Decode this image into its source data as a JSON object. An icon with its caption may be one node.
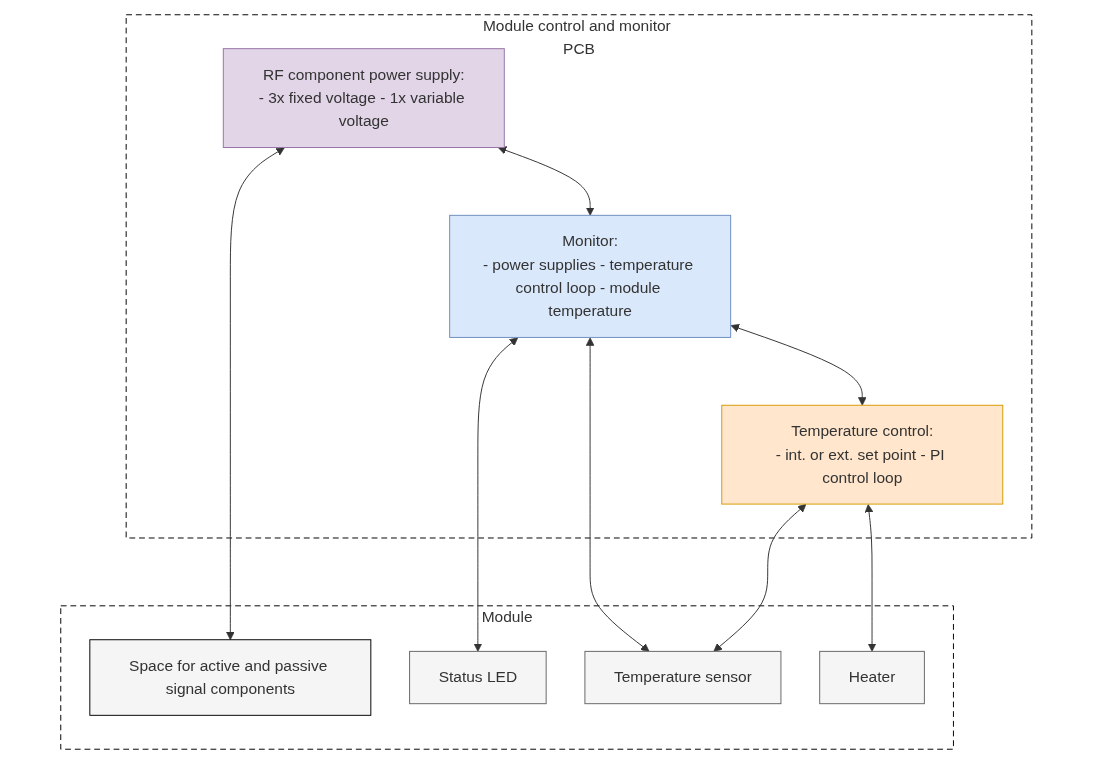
{
  "diagram": {
    "nodes": [
      {
        "text": [
          "Module control and monitor PCB"
        ]
      },
      {
        "text": [
          "RF component power supply:",
          "- 3x fixed voltage - 1x variable voltage"
        ],
        "in": 0
      },
      {
        "text": [
          "Monitor:",
          "- power supplies - temperature control loop - module temperature"
        ],
        "in": 0
      },
      {
        "text": [
          "Temperature control:",
          "- int. or ext. set point - PI control loop"
        ],
        "in": 0
      },
      {
        "text": [
          "Module"
        ]
      },
      {
        "text": [
          "Space for active and passive signal components"
        ],
        "in": 4
      },
      {
        "text": [
          "Status LED"
        ],
        "in": 4
      },
      {
        "text": [
          "Temperature sensor"
        ],
        "in": 4
      },
      {
        "text": [
          "Heater"
        ],
        "in": 4
      }
    ],
    "edges": [
      {
        "from": 1,
        "to": 2,
        "arrow": "both"
      },
      {
        "from": 2,
        "to": 3,
        "arrow": "both"
      },
      {
        "from": 1,
        "to": 5,
        "arrow": "both"
      },
      {
        "from": 2,
        "to": 6,
        "arrow": "both"
      },
      {
        "from": 2,
        "to": 7,
        "arrow": "both"
      },
      {
        "from": 3,
        "to": 7,
        "arrow": "both"
      },
      {
        "from": 3,
        "to": 8,
        "arrow": "both"
      }
    ]
  }
}
